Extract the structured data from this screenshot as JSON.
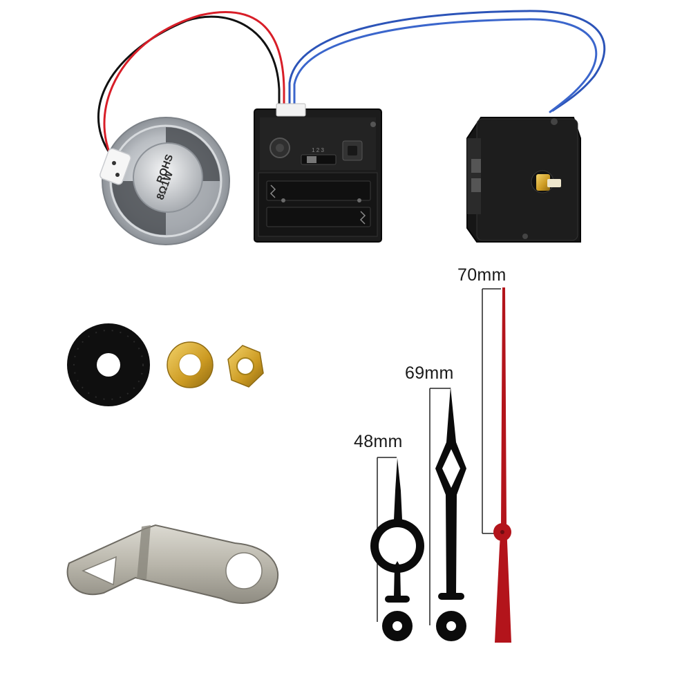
{
  "measurements": {
    "second_hand": "70mm",
    "minute_hand": "69mm",
    "hour_hand": "48mm"
  },
  "speaker": {
    "marking_top": "ROHS",
    "marking_bottom": "8Ω1W"
  },
  "colors": {
    "background": "#ffffff",
    "hand_black": "#0b0b0b",
    "second_hand_red": "#b3141b",
    "wire_red": "#d81e28",
    "wire_blue": "#2c54b8",
    "metal": "#b9bcc0",
    "brass": "#d9a82b"
  }
}
